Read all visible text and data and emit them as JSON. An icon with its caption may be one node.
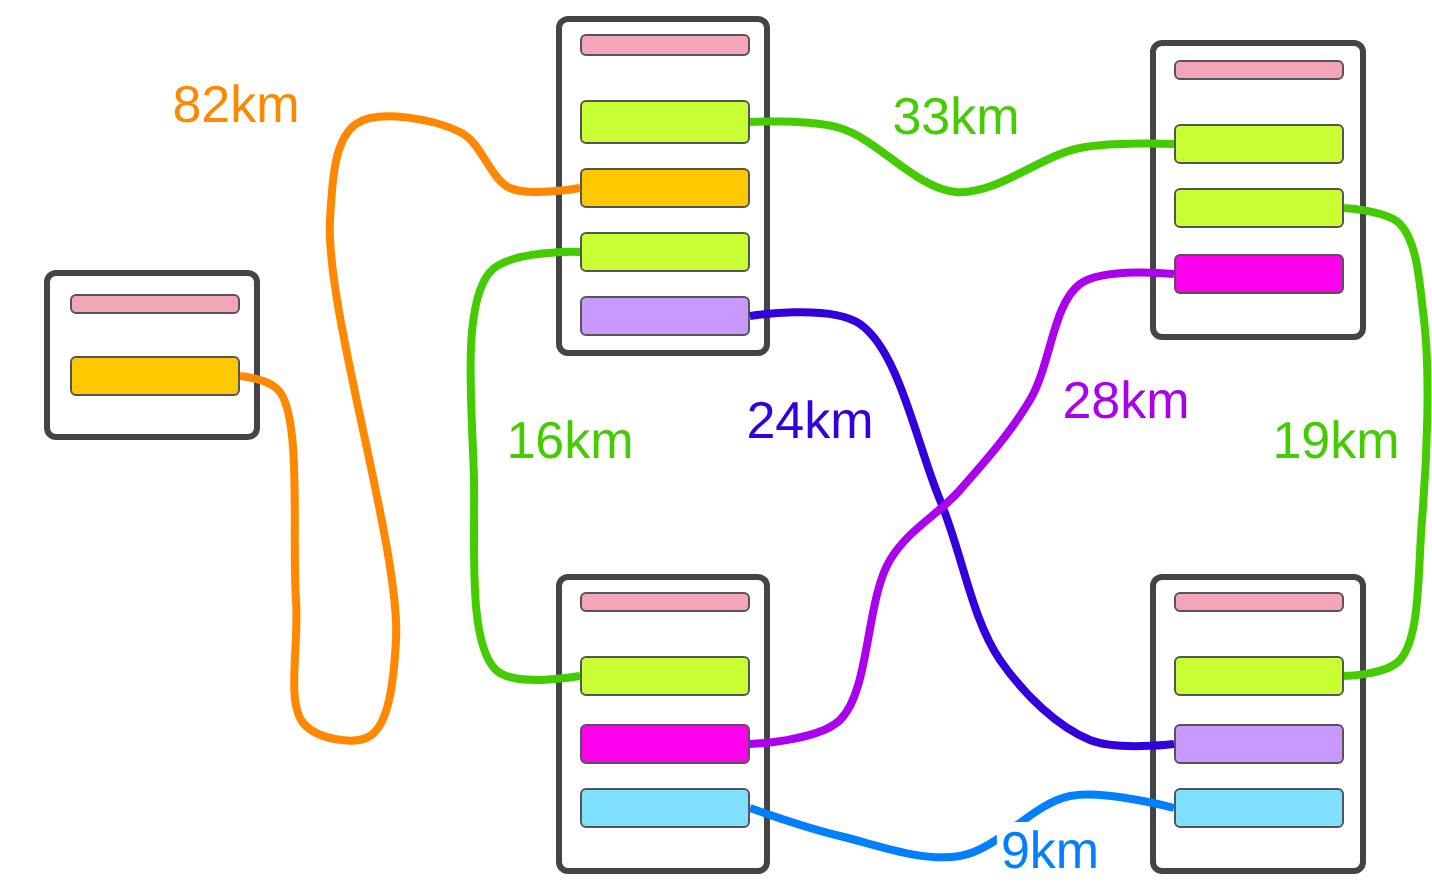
{
  "diagram": {
    "nodes": [
      {
        "text": [],
        "shape": "box"
      },
      {
        "text": [],
        "shape": "bar",
        "in": 0
      },
      {
        "text": [],
        "shape": "bar",
        "in": 0
      },
      {
        "text": [],
        "shape": "box"
      },
      {
        "text": [],
        "shape": "bar",
        "in": 3
      },
      {
        "text": [],
        "shape": "bar",
        "in": 3
      },
      {
        "text": [],
        "shape": "bar",
        "in": 3
      },
      {
        "text": [],
        "shape": "bar",
        "in": 3
      },
      {
        "text": [],
        "shape": "bar",
        "in": 3
      },
      {
        "text": [],
        "shape": "box"
      },
      {
        "text": [],
        "shape": "bar",
        "in": 9
      },
      {
        "text": [],
        "shape": "bar",
        "in": 9
      },
      {
        "text": [],
        "shape": "bar",
        "in": 9
      },
      {
        "text": [],
        "shape": "bar",
        "in": 9
      },
      {
        "text": [],
        "shape": "box"
      },
      {
        "text": [],
        "shape": "bar",
        "in": 14
      },
      {
        "text": [],
        "shape": "bar",
        "in": 14
      },
      {
        "text": [],
        "shape": "bar",
        "in": 14
      },
      {
        "text": [],
        "shape": "bar",
        "in": 14
      },
      {
        "text": [],
        "shape": "box"
      },
      {
        "text": [],
        "shape": "bar",
        "in": 19
      },
      {
        "text": [],
        "shape": "bar",
        "in": 19
      },
      {
        "text": [],
        "shape": "bar",
        "in": 19
      },
      {
        "text": [],
        "shape": "bar",
        "in": 19
      }
    ],
    "edges": [
      {
        "from": 2,
        "to": 6,
        "arrow": "none",
        "label": "82km",
        "color": "#ff8800"
      },
      {
        "from": 5,
        "to": 11,
        "arrow": "none",
        "label": "33km"
      },
      {
        "from": 7,
        "to": 16,
        "arrow": "none",
        "label": "16km"
      },
      {
        "from": 8,
        "to": 22,
        "arrow": "none",
        "label": "24km",
        "color": "#3300dd"
      },
      {
        "from": 17,
        "to": 13,
        "arrow": "none",
        "label": "28km",
        "color": "#aa00ee"
      },
      {
        "from": 12,
        "to": 21,
        "arrow": "none",
        "label": "19km"
      },
      {
        "from": 18,
        "to": 23,
        "arrow": "none",
        "label": "9km",
        "color": "#0080ff"
      }
    ]
  }
}
